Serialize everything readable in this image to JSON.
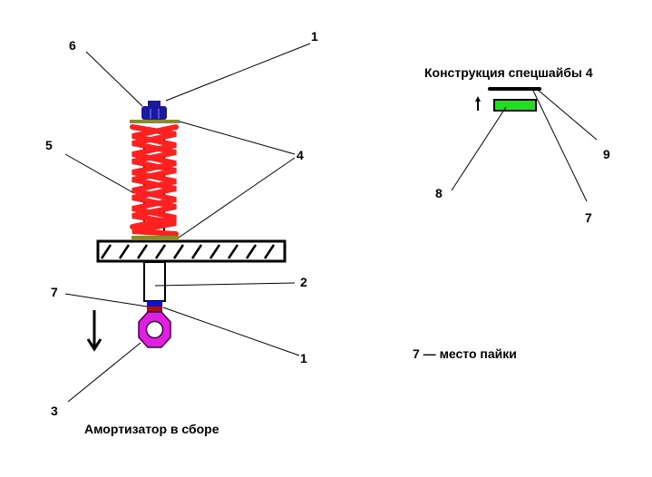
{
  "assembly": {
    "caption": "Амортизатор в сборе",
    "labels": {
      "l6": "6",
      "l1_top": "1",
      "l5": "5",
      "l4": "4",
      "l2": "2",
      "l7": "7",
      "l1_bottom": "1",
      "l3": "3"
    },
    "parts": {
      "nut": "1",
      "rod": "2",
      "eye": "3",
      "washer": "4",
      "spring": "5",
      "bolt": "6",
      "solder": "7"
    }
  },
  "washer_detail": {
    "title": "Конструкция спецшайбы  4",
    "labels": {
      "l9": "9",
      "l8": "8",
      "l7": "7"
    }
  },
  "legend": {
    "note": "7 — место пайки"
  },
  "colors": {
    "spring": "#ff2020",
    "washer": "#8b8b2a",
    "nut": "#1a1aa0",
    "eye": "#e020e0",
    "solder_blue": "#1010d0",
    "solder_red": "#a01020",
    "green_part": "#22dd22",
    "line": "#000000"
  }
}
